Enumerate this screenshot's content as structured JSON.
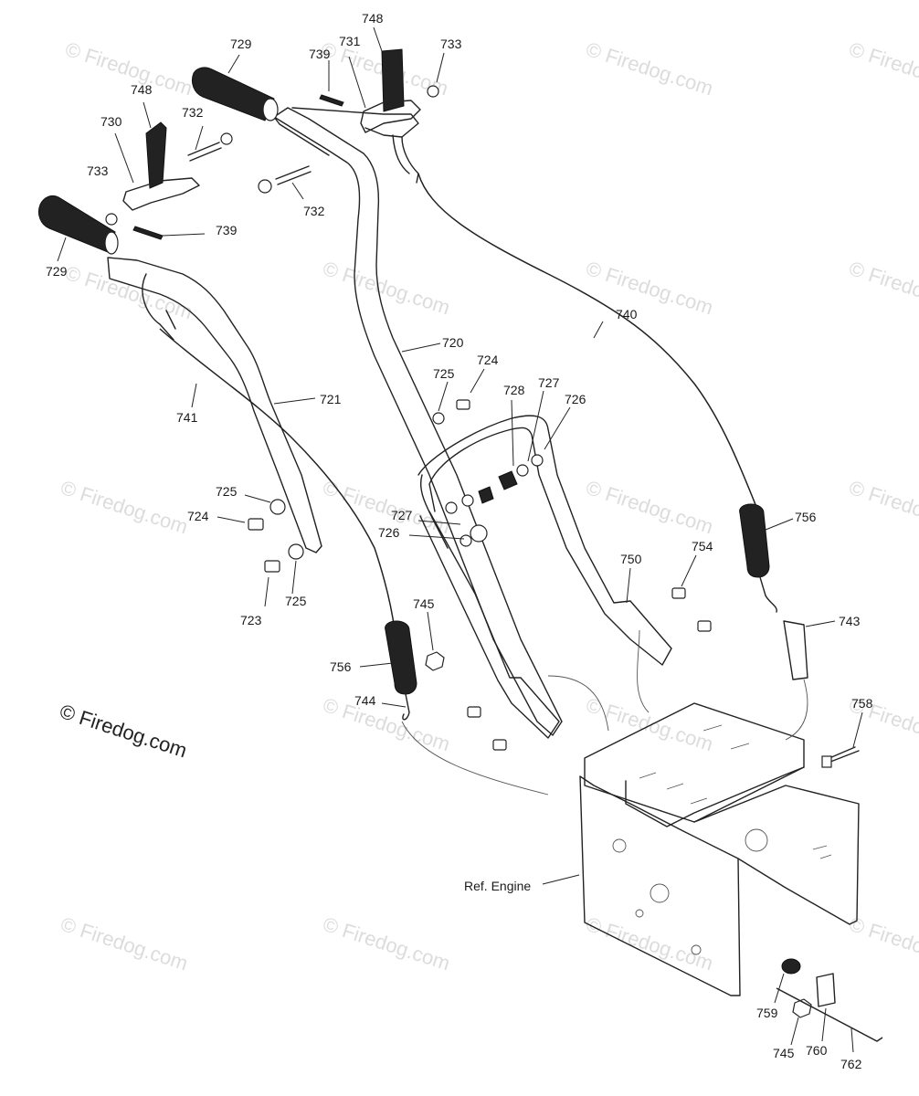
{
  "watermark_text": "© Firedog.com",
  "copyright_text": "© Firedog.com",
  "part_labels": {
    "p720": "720",
    "p721": "721",
    "p723": "723",
    "p724a": "724",
    "p724b": "724",
    "p725a": "725",
    "p725b": "725",
    "p725c": "725",
    "p726a": "726",
    "p726b": "726",
    "p727a": "727",
    "p727b": "727",
    "p728": "728",
    "p729a": "729",
    "p729b": "729",
    "p730": "730",
    "p731": "731",
    "p732a": "732",
    "p732b": "732",
    "p733a": "733",
    "p733b": "733",
    "p739a": "739",
    "p739b": "739",
    "p740": "740",
    "p741": "741",
    "p743": "743",
    "p744": "744",
    "p745a": "745",
    "p745b": "745",
    "p748a": "748",
    "p748b": "748",
    "p750": "750",
    "p754": "754",
    "p756a": "756",
    "p756b": "756",
    "p758": "758",
    "p759": "759",
    "p760": "760",
    "p762": "762",
    "ref_engine": "Ref. Engine"
  }
}
